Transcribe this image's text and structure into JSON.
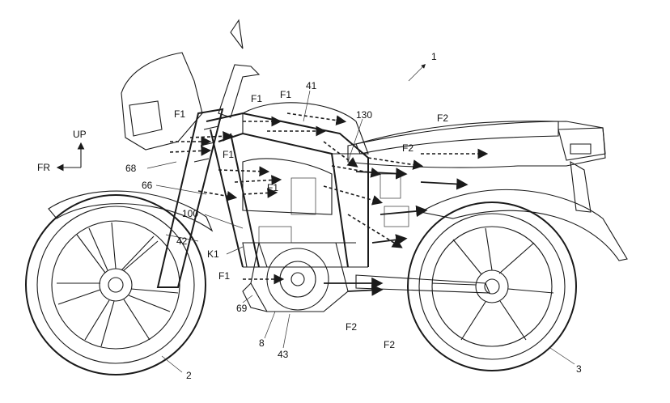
{
  "labels": {
    "vehicle": "1",
    "front_wheel": "2",
    "rear_wheel": "3",
    "engine": "8",
    "front_fork": "42",
    "engine_part": "43",
    "headlamp_support": "41",
    "radiator_bracket": "66",
    "front_part": "68",
    "exhaust": "69",
    "frame_part": "100",
    "frame_top": "130",
    "k1": "K1",
    "f1": "F1",
    "f2": "F2"
  },
  "direction": {
    "up": "UP",
    "front": "FR"
  }
}
